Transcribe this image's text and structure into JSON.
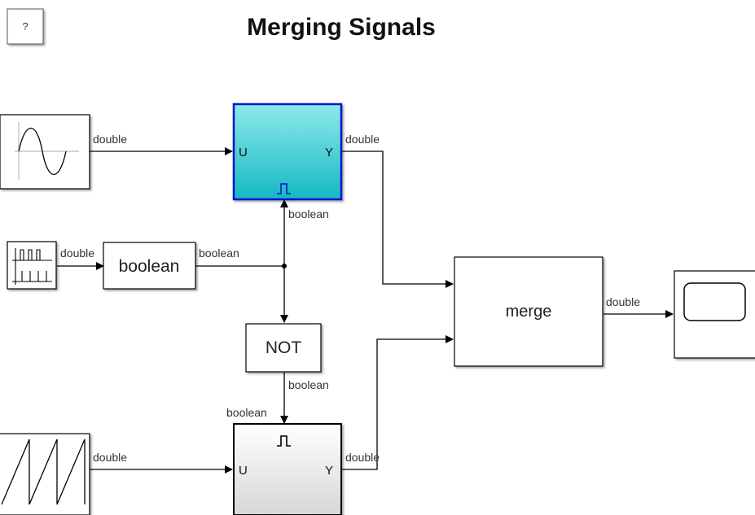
{
  "title": "Merging Signals",
  "help_button": "?",
  "blocks": {
    "boolean_convert": "boolean",
    "not_gate": "NOT",
    "merge": "merge"
  },
  "subsystem_ports": {
    "input": "U",
    "output": "Y"
  },
  "signal_labels": {
    "sine_out": "double",
    "top_subsystem_out": "double",
    "top_enable": "boolean",
    "pulse_out": "double",
    "convert_out": "boolean",
    "not_out": "boolean",
    "bottom_enable": "boolean",
    "merge_out": "double",
    "sawtooth_out": "double",
    "bottom_subsystem_out": "double"
  },
  "colors": {
    "active_subsystem_top": "#8ee9ea",
    "active_subsystem_bottom": "#16b8c2",
    "active_subsystem_border": "#0a17c8",
    "inactive_subsystem_top": "#ffffff",
    "inactive_subsystem_bottom": "#d8d8d8"
  },
  "icons": [
    "sine-wave-icon",
    "pulse-generator-icon",
    "enable-pulse-icon",
    "sawtooth-icon",
    "scope-display-icon"
  ]
}
